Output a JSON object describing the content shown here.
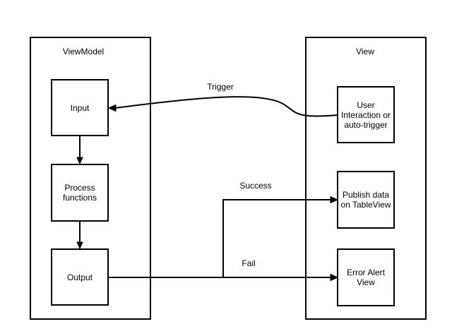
{
  "colors": {
    "background": "#ffffff",
    "stroke": "#000000",
    "text": "#000000"
  },
  "containers": {
    "viewmodel": {
      "title": "ViewModel"
    },
    "view": {
      "title": "View"
    }
  },
  "nodes": {
    "input": {
      "lines": [
        "Input"
      ]
    },
    "process": {
      "lines": [
        "Process",
        "functions"
      ]
    },
    "output": {
      "lines": [
        "Output"
      ]
    },
    "user_interaction": {
      "lines": [
        "User",
        "Interaction or",
        "auto-trigger"
      ]
    },
    "publish_data": {
      "lines": [
        "Publish data",
        "on TableView"
      ]
    },
    "error_alert": {
      "lines": [
        "Error Alert",
        "View"
      ]
    }
  },
  "edges": {
    "trigger": {
      "label": "Trigger"
    },
    "success": {
      "label": "Success"
    },
    "fail": {
      "label": "Fail"
    }
  }
}
